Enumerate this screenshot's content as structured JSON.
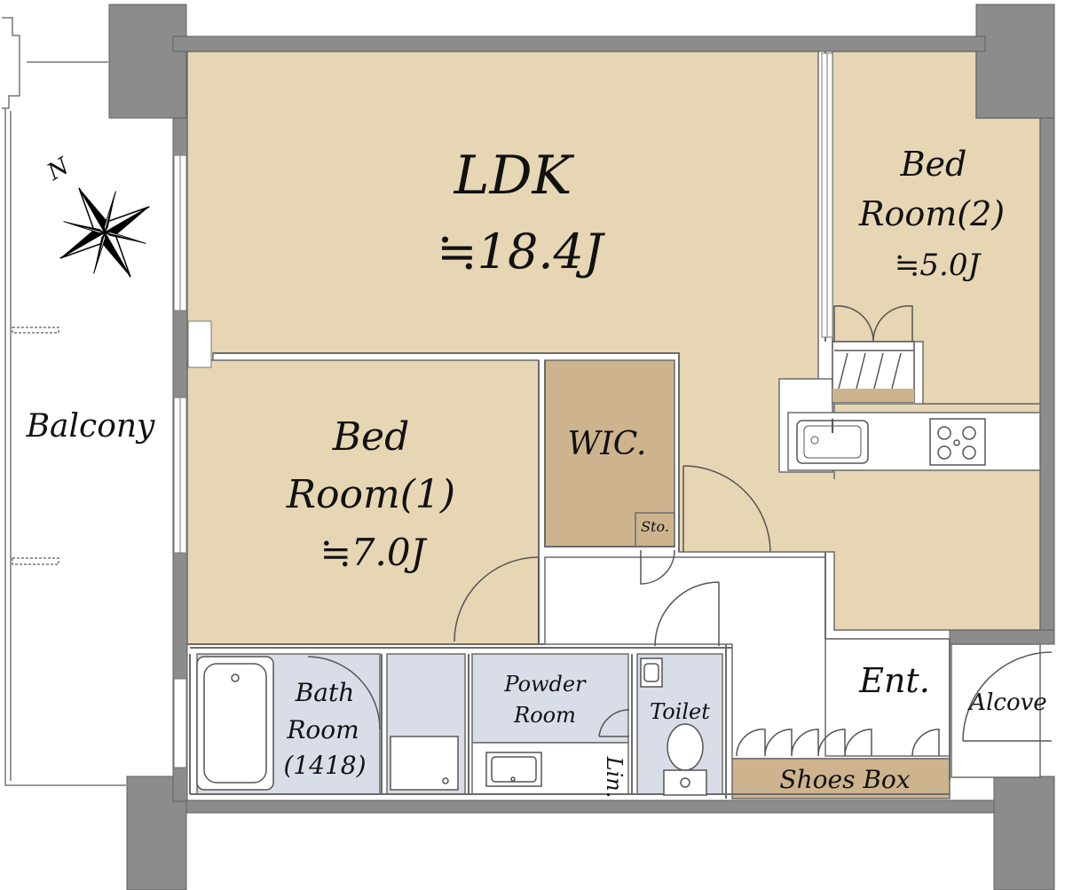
{
  "rooms": {
    "ldk": {
      "name": "LDK",
      "size": "≒18.4J"
    },
    "bedroom1": {
      "name_line1": "Bed",
      "name_line2": "Room(1)",
      "size": "≒7.0J"
    },
    "bedroom2": {
      "name_line1": "Bed",
      "name_line2": "Room(2)",
      "size": "≒5.0J"
    },
    "wic": "WIC.",
    "storage": "Sto.",
    "bath": {
      "line1": "Bath",
      "line2": "Room",
      "line3": "(1418)"
    },
    "powder": {
      "line1": "Powder",
      "line2": "Room"
    },
    "toilet": "Toilet",
    "linen": "Lin.",
    "entrance": "Ent.",
    "alcove": "Alcove",
    "shoes_box": "Shoes Box",
    "balcony": "Balcony"
  },
  "compass": {
    "north_label": "N"
  },
  "colors": {
    "room_fill": "#e6d6b4",
    "wic_fill": "#cdb48e",
    "wet_area_fill": "#d8dde8",
    "wall": "#8c8c8c",
    "outline": "#6b6b6b"
  }
}
